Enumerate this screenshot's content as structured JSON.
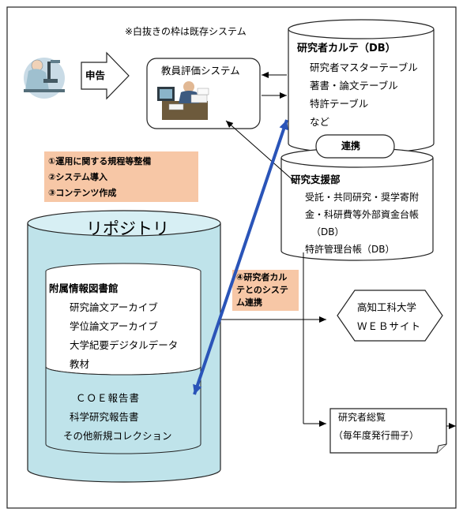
{
  "note_top": "※白抜きの枠は既存システム",
  "report_label": "申告",
  "faculty_eval": {
    "title": "教員評価システム"
  },
  "karte": {
    "title": "研究者カルテ（DB）",
    "items": [
      "研究者マスターテーブル",
      "著書・論文テーブル",
      "特許テーブル",
      "など"
    ]
  },
  "link_label": "連携",
  "support": {
    "title": "研究支援部",
    "items": [
      "受託・共同研究・奨学寄附",
      "金・科研費等外部資金台帳",
      "（DB）",
      "特許管理台帳（DB）"
    ]
  },
  "tasks": [
    "①運用に関する規程等整備",
    "②システム導入",
    "③コンテンツ作成"
  ],
  "repository": {
    "title": "リポジトリ",
    "library_title": "附属情報図書館",
    "library_items": [
      "研究論文アーカイブ",
      "学位論文アーカイブ",
      "大学紀要デジタルデータ",
      "教材"
    ],
    "new_items": [
      "ＣＯＥ報告書",
      "科学研究報告書",
      "その他新規コレクション"
    ]
  },
  "karte_link_note": [
    "④研究者カル",
    "テとのシステ",
    "ム連携"
  ],
  "website": [
    "高知工科大学",
    "ＷＥＢサイト"
  ],
  "directory": [
    "研究者総覧",
    "（毎年度発行冊子）"
  ],
  "colors": {
    "repository_fill": "#bfe3ea",
    "note_fill": "#f7c7a6",
    "link_arrow": "#2a54b8"
  }
}
